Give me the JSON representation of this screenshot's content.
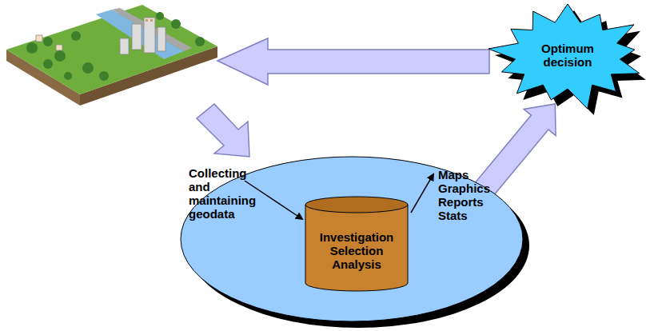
{
  "diagram": {
    "nodes": [
      {
        "text": [
          "Optimum decision"
        ]
      },
      {
        "text": [
          "Collecting and maintaining geodata",
          "Maps Graphics Reports Stats"
        ]
      },
      {
        "text": [
          "Investigation Selection Analysis"
        ],
        "in": 1
      }
    ],
    "edges": [
      {
        "from": 1,
        "to": 0,
        "arrow": "to"
      }
    ]
  }
}
